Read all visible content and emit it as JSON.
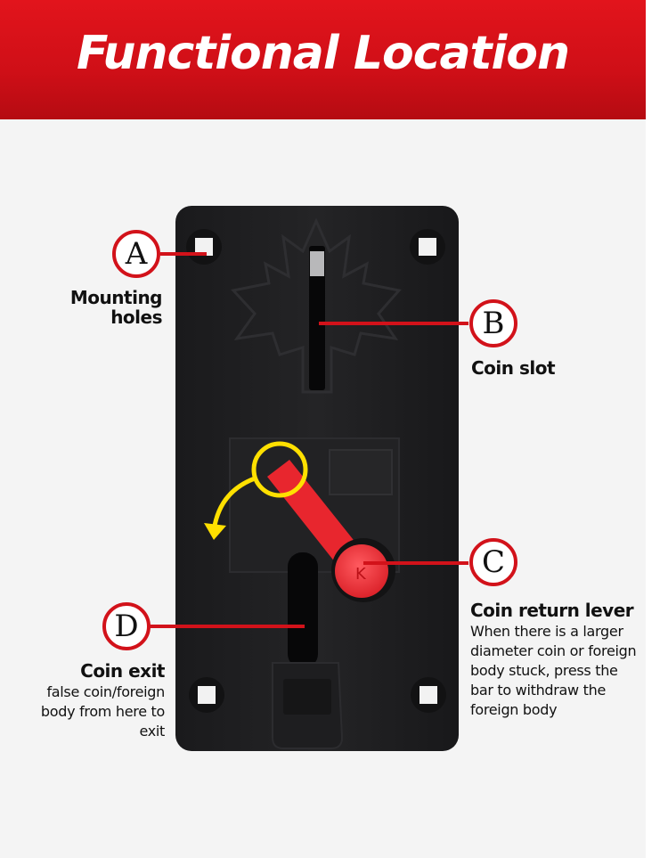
{
  "header": {
    "title": "Functional Location"
  },
  "callouts": {
    "a": {
      "letter": "A",
      "title": "Mounting holes"
    },
    "b": {
      "letter": "B",
      "title": "Coin slot"
    },
    "c": {
      "letter": "C",
      "title": "Coin return lever",
      "description": "When there is a larger diameter coin or foreign body stuck, press the bar to withdraw the foreign body"
    },
    "d": {
      "letter": "D",
      "title": "Coin exit",
      "description": "false coin/foreign body from here to exit"
    }
  },
  "colors": {
    "banner_red": "#d2121a",
    "lever_red": "#e8262e",
    "device_black": "#1c1c1e",
    "highlight_yellow": "#ffe000"
  },
  "icons": {
    "lever_hint": "curved-arrow-icon",
    "highlight": "circle-highlight-icon"
  }
}
